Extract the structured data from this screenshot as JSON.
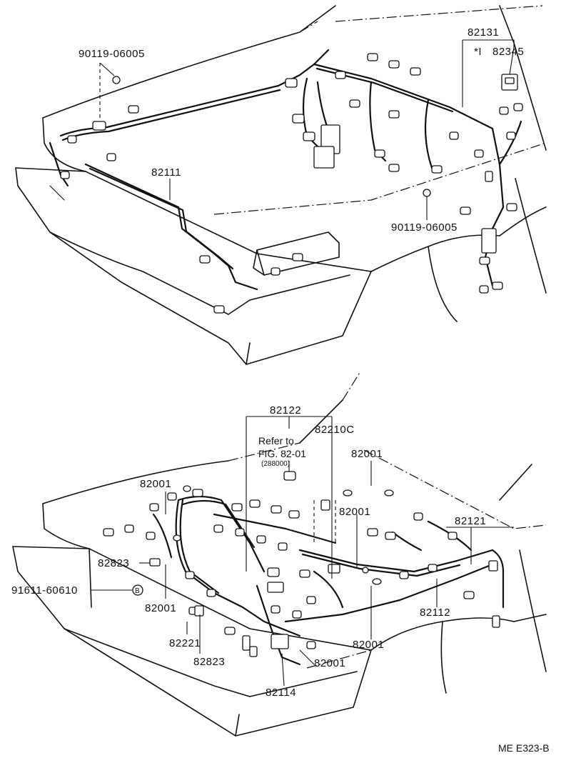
{
  "upper_view": {
    "labels": {
      "bolt_top": "90119-06005",
      "harness_82131": "82131",
      "note_mark": "*I",
      "relay_82345": "82345",
      "harness_82111": "82111",
      "bolt_right": "90119-06005"
    }
  },
  "lower_view": {
    "labels": {
      "harness_82122": "82122",
      "harness_82210c": "82210C",
      "refer_line1": "Refer to",
      "refer_line2": "FIG. 82-01",
      "refer_line3": "(288000)",
      "clamp_82001_a": "82001",
      "clamp_82001_b": "82001",
      "clamp_82001_c": "82001",
      "clamp_82001_d": "82001",
      "clamp_82001_e": "82001",
      "clamp_82001_f": "82001",
      "harness_82121": "82121",
      "bracket_82823_a": "82823",
      "bracket_82823_b": "82823",
      "bolt_91611": "91611-60610",
      "bolt_symbol": "B",
      "harness_82112": "82112",
      "harness_82221": "82221",
      "harness_82114": "82114"
    }
  },
  "footer": {
    "figure_code": "ME E323-B"
  }
}
